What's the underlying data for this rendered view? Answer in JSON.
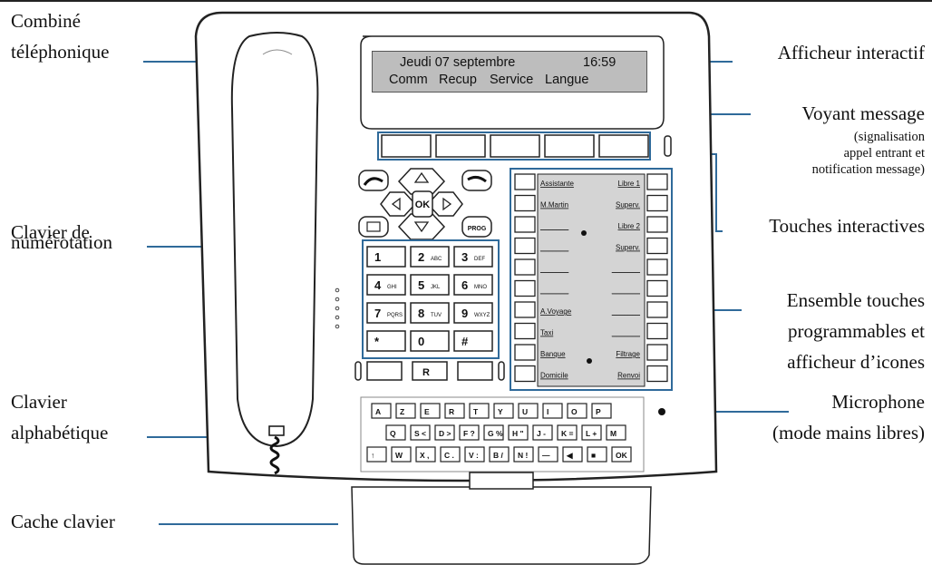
{
  "labels": {
    "combine": [
      "Combiné",
      "téléphonique"
    ],
    "clavier_num": [
      "Clavier de",
      "numérotation"
    ],
    "clavier_alpha": [
      "Clavier",
      "alphabétique"
    ],
    "cache": "Cache clavier",
    "afficheur": "Afficheur interactif",
    "voyant": "Voyant message",
    "voyant_sub": [
      "(signalisation",
      "appel entrant et",
      "notification message)"
    ],
    "touches_inter": "Touches interactives",
    "ensemble": [
      "Ensemble touches",
      "programmables et",
      "afficheur d’icones"
    ],
    "microphone": [
      "Microphone",
      "(mode mains libres)"
    ]
  },
  "display": {
    "line1_date": "Jeudi 07 septembre",
    "line1_time": "16:59",
    "menu": [
      "Comm",
      "Recup",
      "Service",
      "Langue"
    ]
  },
  "nav": {
    "ok": "OK",
    "prog": "PROG"
  },
  "dialpad": [
    {
      "d": "1",
      "s": ""
    },
    {
      "d": "2",
      "s": "ABC"
    },
    {
      "d": "3",
      "s": "DEF"
    },
    {
      "d": "4",
      "s": "GHI"
    },
    {
      "d": "5",
      "s": "JKL"
    },
    {
      "d": "6",
      "s": "MNO"
    },
    {
      "d": "7",
      "s": "PQRS"
    },
    {
      "d": "8",
      "s": "TUV"
    },
    {
      "d": "9",
      "s": "WXYZ"
    },
    {
      "d": "*",
      "s": ""
    },
    {
      "d": "0",
      "s": ""
    },
    {
      "d": "#",
      "s": ""
    }
  ],
  "bottom_keys": [
    "R"
  ],
  "prog_left": [
    "Assistante",
    "M.Martin",
    "_______",
    "_______",
    "_______",
    "_______",
    "A.Voyage",
    "Taxi",
    "Banque",
    "Domicile"
  ],
  "prog_right": [
    "Libre 1",
    "Superv.",
    "Libre 2",
    "Superv.",
    "_______",
    "_______",
    "_______",
    "_______",
    "Filtrage",
    "Renvoi"
  ],
  "alpha_rows": [
    [
      "A",
      "Z",
      "E",
      "R",
      "T",
      "Y",
      "U",
      "I",
      "O",
      "P"
    ],
    [
      "Q",
      "S <",
      "D >",
      "F ?",
      "G %",
      "H \"",
      "J -",
      "K =",
      "L +",
      "M"
    ],
    [
      "↑",
      "W",
      "X ,",
      "C .",
      "V :",
      "B /",
      "N !",
      "—",
      "◀",
      "■",
      "OK"
    ]
  ],
  "colors": {
    "callout": "#2f6a9a",
    "outline": "#222222",
    "lcd": "#bdbdbd"
  }
}
